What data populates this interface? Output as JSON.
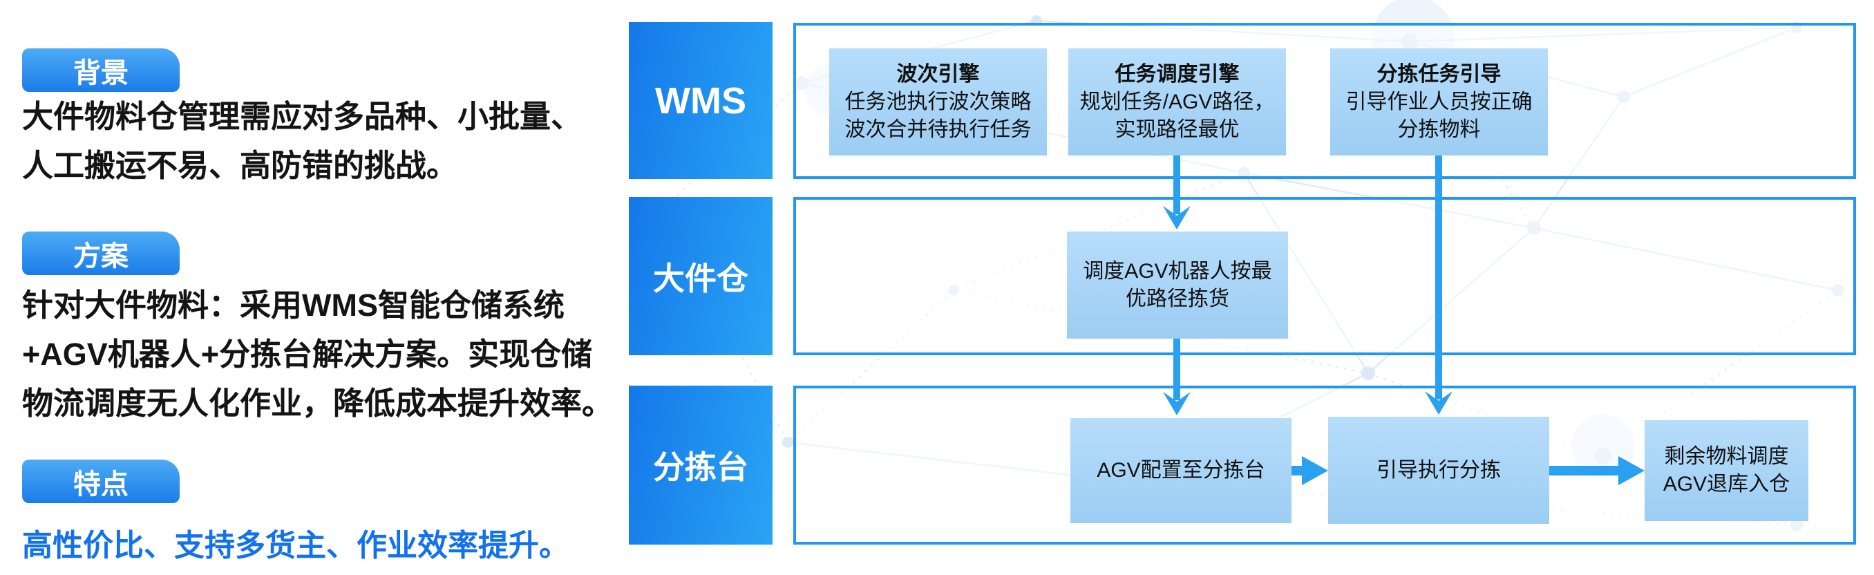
{
  "left_panel": {
    "background": {
      "badge": "背景",
      "line1": "大件物料仓管理需应对多品种、小批量、",
      "line2": "人工搬运不易、高防错的挑战。"
    },
    "solution": {
      "badge": "方案",
      "line1": "针对大件物料：采用WMS智能仓储系统",
      "line2": "+AGV机器人+分拣台解决方案。实现仓储",
      "line3": "物流调度无人化作业，降低成本提升效率。"
    },
    "features": {
      "badge": "特点",
      "text": "高性价比、支持多货主、作业效率提升。"
    }
  },
  "diagram": {
    "lanes": {
      "wms": {
        "label": "WMS"
      },
      "warehouse": {
        "label": "大件仓"
      },
      "sorting": {
        "label": "分拣台"
      }
    },
    "boxes": {
      "wave_engine": {
        "title": "波次引擎",
        "line1": "任务池执行波次策略",
        "line2": "波次合并待执行任务"
      },
      "task_engine": {
        "title": "任务调度引擎",
        "line1": "规划任务/AGV路径，",
        "line2": "实现路径最优"
      },
      "sorting_guide": {
        "title": "分拣任务引导",
        "line1": "引导作业人员按正确",
        "line2": "分拣物料"
      },
      "agv_pick": {
        "line1": "调度AGV机器人按最",
        "line2": "优路径拣货"
      },
      "agv_to_station": {
        "text": "AGV配置至分拣台"
      },
      "guide_sorting": {
        "text": "引导执行分拣"
      },
      "agv_return": {
        "line1": "剩余物料调度",
        "line2": "AGV退库入仓"
      }
    }
  },
  "colors": {
    "accent_blue": "#1b7ce9",
    "lane_gradient_start": "#1478e8",
    "lane_gradient_end": "#2aa4f5",
    "box_fill": "#a9d4f6",
    "container_border": "#2196f3",
    "arrow_blue": "#2aa0f0",
    "highlight_text": "#1171ef",
    "body_text": "#141414"
  }
}
